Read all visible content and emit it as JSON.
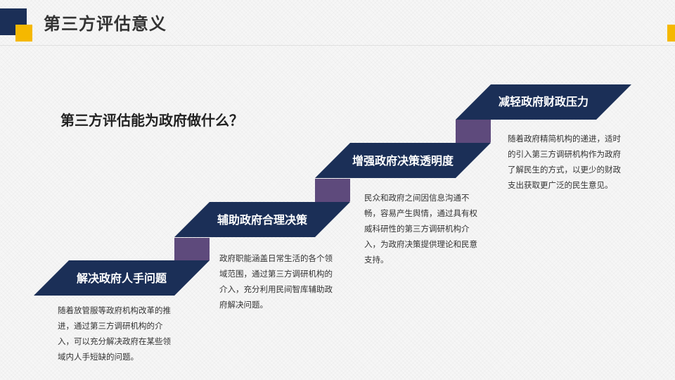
{
  "header": {
    "title": "第三方评估意义"
  },
  "subheading": "第三方评估能为政府做什么？",
  "colors": {
    "navy": "#1b2f57",
    "purple": "#5e4a7c",
    "accent_yellow": "#f5b800"
  },
  "steps": [
    {
      "label": "解决政府人手问题",
      "description": "随着放管服等政府机构改革的推进，通过第三方调研机构的介入，可以充分解决政府在某些领域内人手短缺的问题。"
    },
    {
      "label": "辅助政府合理决策",
      "description": "政府职能涵盖日常生活的各个领域范围，通过第三方调研机构的介入，充分利用民间智库辅助政府解决问题。"
    },
    {
      "label": "增强政府决策透明度",
      "description": "民众和政府之间因信息沟通不畅，容易产生舆情，通过具有权威科研性的第三方调研机构介入，为政府决策提供理论和民意支持。"
    },
    {
      "label": "减轻政府财政压力",
      "description": "随着政府精简机构的递进，适时的引入第三方调研机构作为政府了解民生的方式，以更少的财政支出获取更广泛的民生意见。"
    }
  ]
}
